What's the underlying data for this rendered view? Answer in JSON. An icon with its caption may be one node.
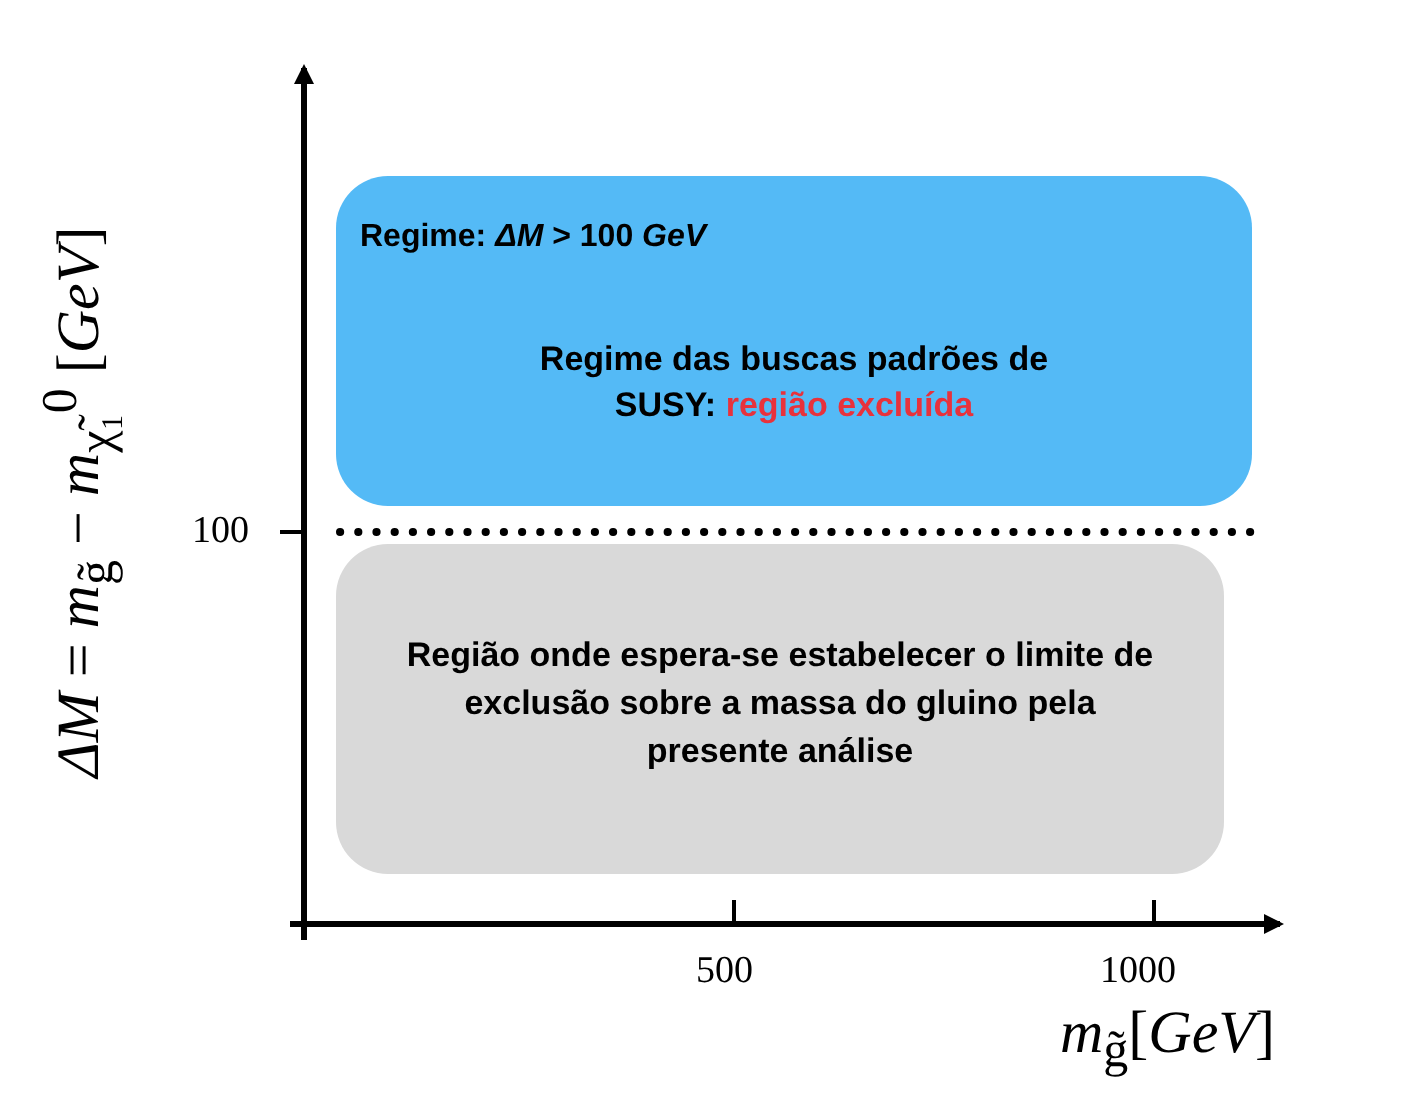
{
  "diagram": {
    "nodes": [
      {
        "text": [
          "Regime: *ΔM* > 100 *GeV*",
          "Regime das buscas padrões de SUSY:",
          "região excluída"
        ]
      },
      {
        "text": [
          "Região onde espera-se estabelecer o limite de exclusão sobre a massa do gluino pela presente análise"
        ]
      }
    ],
    "labels": [
      "*ΔM* = *m*$_{g̃}$ − *m*$_{χ̃₁}$$^{0}$ [*GeV*]",
      "100",
      "500",
      "1000",
      "*m*$_{g̃}$[*GeV*]"
    ]
  }
}
